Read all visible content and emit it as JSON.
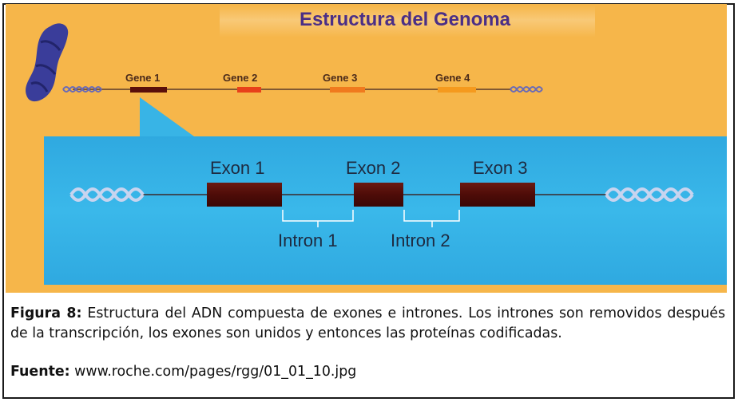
{
  "diagram": {
    "title": "Estructura del Genoma",
    "genes": [
      "Gene 1",
      "Gene 2",
      "Gene 3",
      "Gene 4"
    ],
    "exons": [
      "Exon 1",
      "Exon 2",
      "Exon 3"
    ],
    "introns": [
      "Intron 1",
      "Intron 2"
    ],
    "colors": {
      "background": "#f6b64a",
      "title": "#4b2f86",
      "zoom_panel": "#33b2e6",
      "exon": "#5a0f0a",
      "gene1": "#5a0f0a",
      "gene2": "#e8401a",
      "gene3": "#f07a1e",
      "gene4": "#f59a1e",
      "chromosome": "#3a3d9a"
    }
  },
  "caption": {
    "label": "Figura 8:",
    "text": " Estructura del ADN compuesta de exones e intrones. Los intrones son removidos después de la transcripción, los exones son unidos y entonces las proteínas codificadas.",
    "source_label": "Fuente:",
    "source_url": " www.roche.com/pages/rgg/01_01_10.jpg"
  }
}
